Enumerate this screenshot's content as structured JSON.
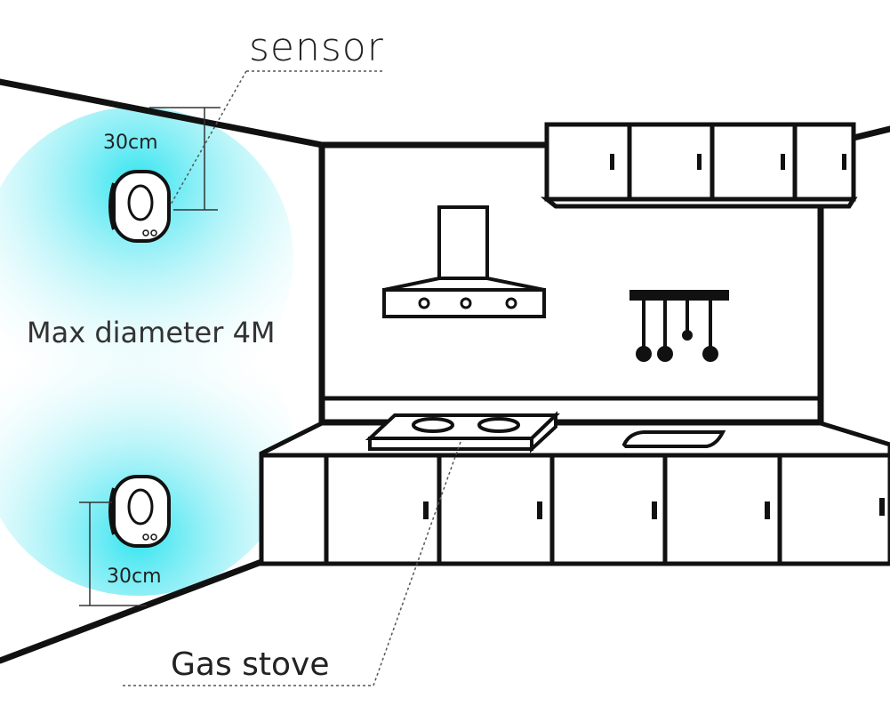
{
  "labels": {
    "sensor": "sensor",
    "distance_top": "30cm",
    "max_diameter": "Max diameter 4M",
    "distance_bottom": "30cm",
    "gas_stove": "Gas stove"
  },
  "colors": {
    "line": "#111111",
    "glow": "#2fe0ef",
    "leader": "#555555"
  }
}
